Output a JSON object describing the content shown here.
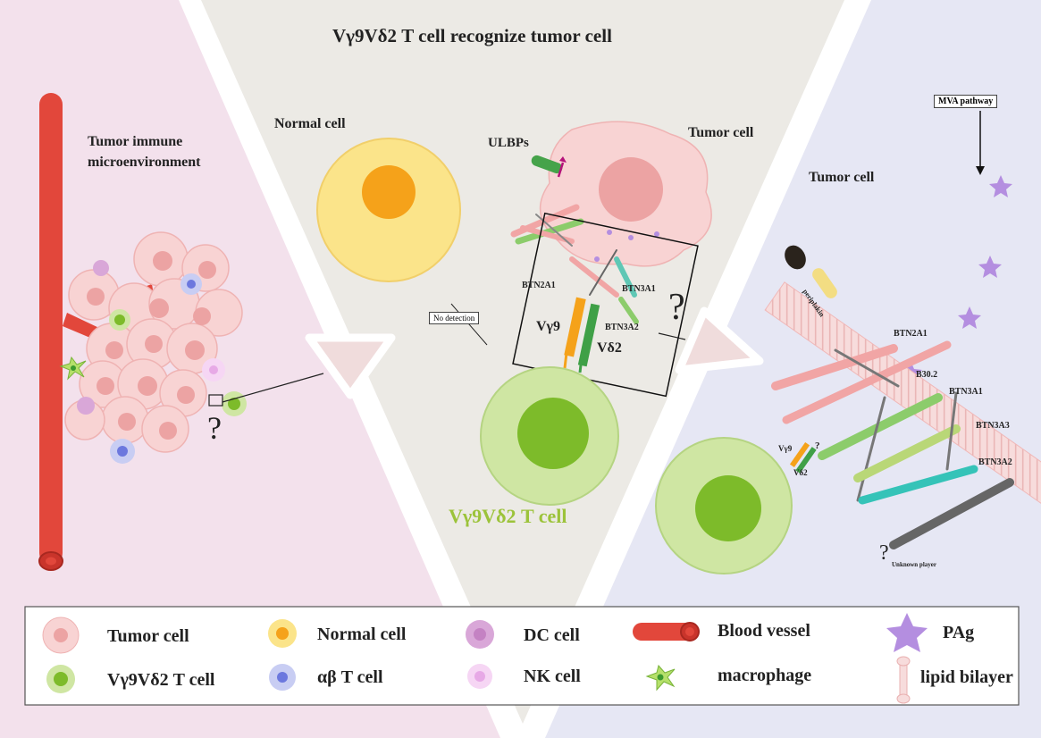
{
  "title": "Vγ9Vδ2 T cell recognize tumor cell",
  "left_panel": {
    "label": "Tumor immune microenvironment",
    "label_line1": "Tumor immune",
    "label_line2": "microenvironment",
    "question": "?"
  },
  "center_panel": {
    "normal_cell": "Normal cell",
    "tumor_cell": "Tumor cell",
    "ulbps": "ULBPs",
    "no_detection": "No detection",
    "btn2a1": "BTN2A1",
    "btn3a1": "BTN3A1",
    "btn3a2": "BTN3A2",
    "vg9": "Vγ9",
    "vd2": "Vδ2",
    "question": "?",
    "t_cell": "Vγ9Vδ2 T cell"
  },
  "right_panel": {
    "tumor_cell": "Tumor cell",
    "mva_pathway": "MVA pathway",
    "periplakin": "periplakin",
    "btn2a1": "BTN2A1",
    "b30_2": "B30.2",
    "btn3a1": "BTN3A1",
    "btn3a3": "BTN3A3",
    "btn3a2": "BTN3A2",
    "vg9": "Vγ9",
    "vd2": "Vδ2",
    "q_small": "?",
    "unknown_q": "?",
    "unknown_player": "Unknown player"
  },
  "legend": {
    "items": [
      {
        "name": "tumor-cell",
        "label": "Tumor cell"
      },
      {
        "name": "normal-cell",
        "label": "Normal cell"
      },
      {
        "name": "dc-cell",
        "label": "DC cell"
      },
      {
        "name": "blood-vessel",
        "label": "Blood vessel"
      },
      {
        "name": "pag",
        "label": "PAg"
      },
      {
        "name": "vg9vd2-t-cell",
        "label": "Vγ9Vδ2 T cell"
      },
      {
        "name": "ab-t-cell",
        "label": "αβ T cell"
      },
      {
        "name": "nk-cell",
        "label": "NK cell"
      },
      {
        "name": "macrophage",
        "label": "macrophage"
      },
      {
        "name": "lipid-bilayer",
        "label": "lipid bilayer"
      }
    ]
  },
  "colors": {
    "left_bg": "#f3e1ec",
    "center_bg": "#eceae5",
    "right_bg": "#e6e7f4",
    "vessel": "#e2473b",
    "tumor": "#f2b8b8",
    "normal_outer": "#fbe48a",
    "normal_inner": "#f5a21a",
    "tcell_outer": "#cfe6a3",
    "tcell_inner": "#7dbb2a",
    "pag": "#b48ee0",
    "title_green": "#9cc33a"
  }
}
